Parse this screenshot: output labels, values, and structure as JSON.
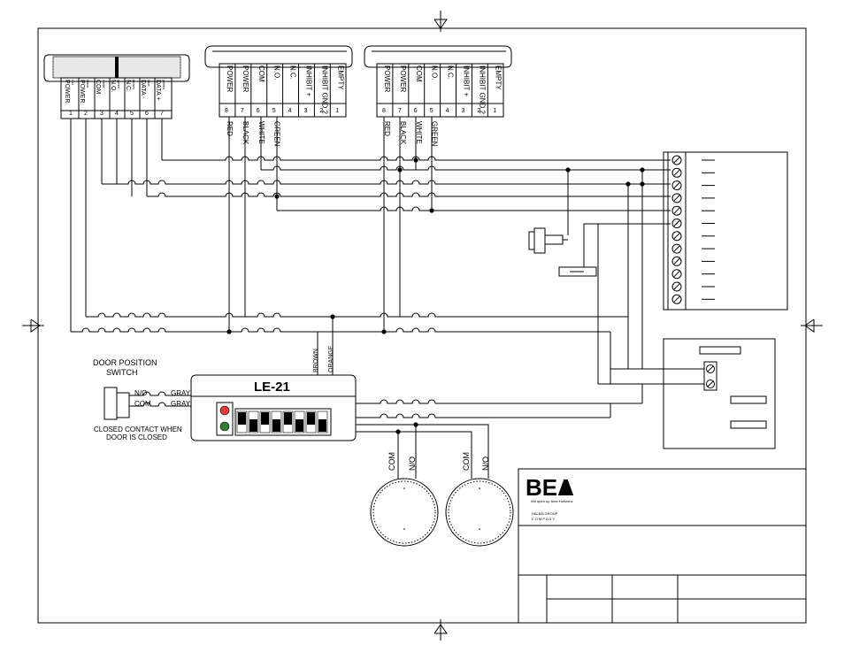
{
  "strip_a": {
    "labels": [
      "POWER",
      "POWER",
      "COM",
      "N.O.",
      "N.C.",
      "DATA -",
      "DATA +"
    ],
    "colors": [
      "red",
      "black",
      "white",
      "green",
      "brown",
      "blue",
      "yellow"
    ],
    "pins": [
      "1",
      "2",
      "3",
      "4",
      "5",
      "6",
      "7"
    ]
  },
  "strip_b": {
    "labels": [
      "POWER",
      "POWER",
      "COM",
      "N.O.",
      "N.C.",
      "INHIBIT +",
      "INHIBIT GND 2",
      "EMPTY"
    ],
    "pins": [
      "8",
      "7",
      "6",
      "5",
      "4",
      "3",
      "2",
      "1"
    ],
    "wires": [
      "RED",
      "BLACK",
      "WHITE",
      "GREEN"
    ]
  },
  "strip_c": {
    "labels": [
      "POWER",
      "POWER",
      "COM",
      "N.O.",
      "N.C.",
      "INHIBIT +",
      "INHIBIT GND 2",
      "EMPTY"
    ],
    "pins": [
      "8",
      "7",
      "6",
      "5",
      "4",
      "3",
      "2",
      "1"
    ],
    "wires": [
      "RED",
      "BLACK",
      "WHITE",
      "GREEN"
    ]
  },
  "door_switch": {
    "title_1": "DOOR POSITION",
    "title_2": "SWITCH",
    "no": "N/O",
    "com": "COM",
    "gray_1": "GRAY",
    "gray_2": "GRAY",
    "note_1": "CLOSED CONTACT WHEN",
    "note_2": "DOOR IS CLOSED"
  },
  "module": {
    "name": "LE-21",
    "brown": "BROWN",
    "orange": "ORANGE",
    "led_colors": [
      "#e53935",
      "#2e7d32"
    ]
  },
  "sensors": [
    {
      "com": "COM",
      "no": "N/O"
    },
    {
      "com": "COM",
      "no": "N/O"
    }
  ],
  "logo": {
    "brand": "BEA",
    "tagline": "We open up New Horizons",
    "group": "HALMA GROUP",
    "company": "COMPANY"
  }
}
